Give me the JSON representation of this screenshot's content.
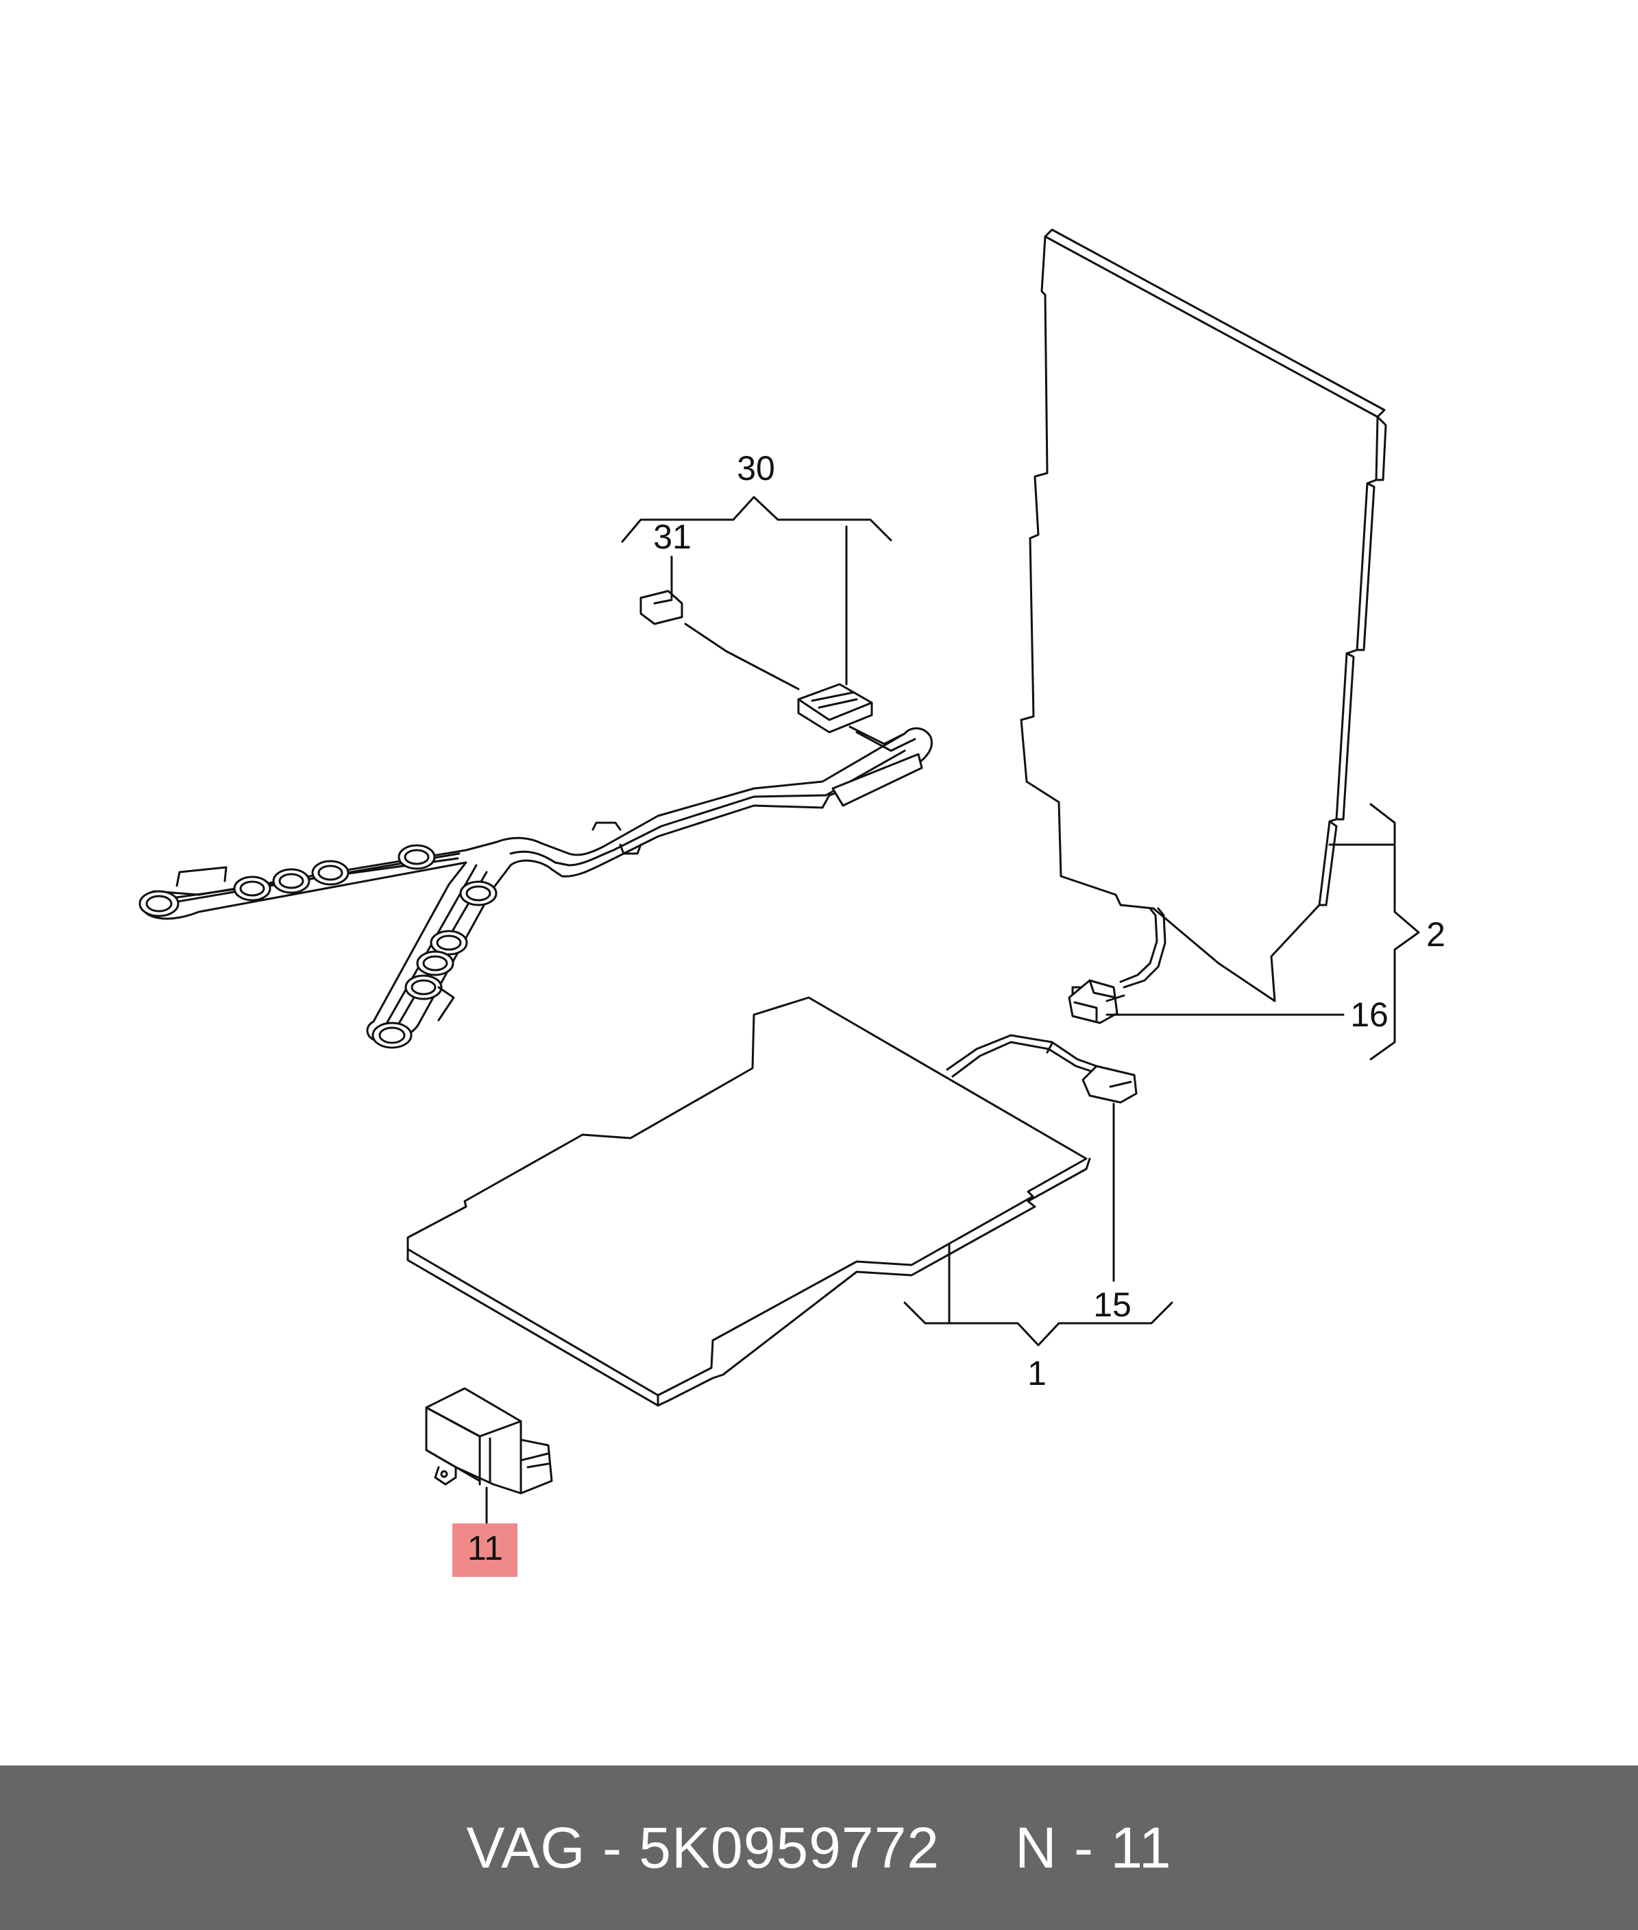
{
  "callouts": {
    "c1": "1",
    "c2": "2",
    "c11": "11",
    "c15": "15",
    "c16": "16",
    "c30": "30",
    "c31": "31"
  },
  "highlight_color": "#f08a8a",
  "footer": {
    "brand_part": "VAG - 5K0959772",
    "position": "N - 11"
  },
  "colors": {
    "footer_bg": "#666666",
    "line": "#111111"
  }
}
